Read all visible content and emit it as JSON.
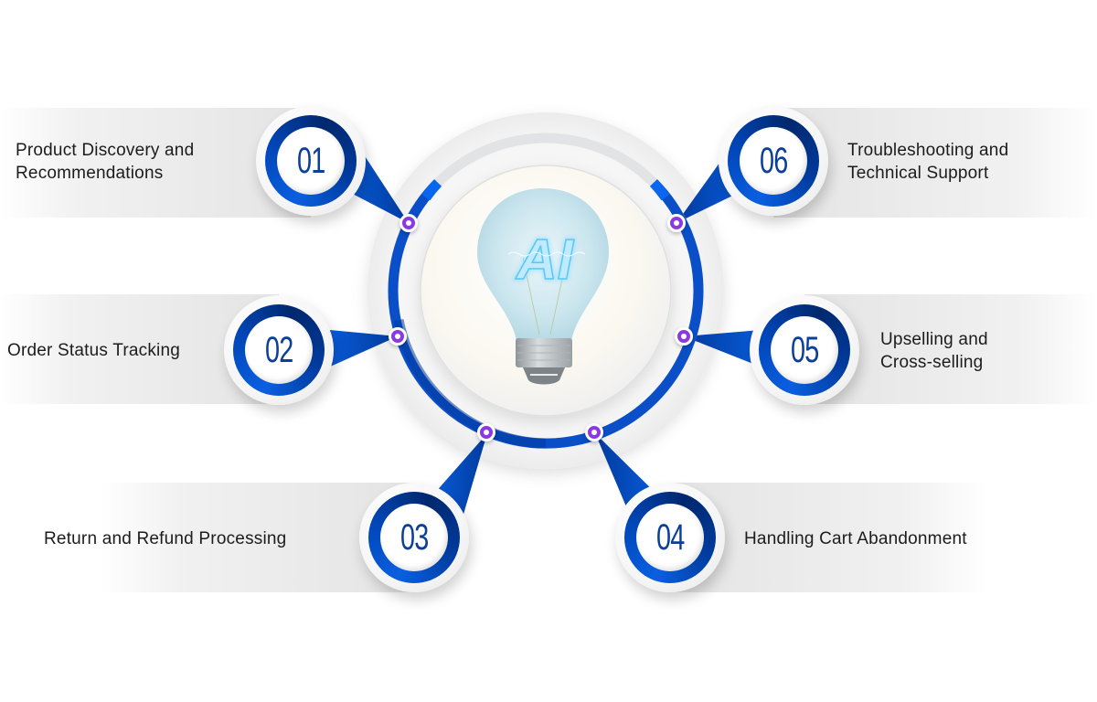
{
  "center": {
    "icon": "ai-lightbulb-icon",
    "text": "AI"
  },
  "items": [
    {
      "number": "01",
      "label_lines": [
        "Product Discovery and",
        "Recommendations"
      ]
    },
    {
      "number": "02",
      "label_lines": [
        "Order Status Tracking"
      ]
    },
    {
      "number": "03",
      "label_lines": [
        "Return and Refund Processing"
      ]
    },
    {
      "number": "04",
      "label_lines": [
        "Handling Cart Abandonment"
      ]
    },
    {
      "number": "05",
      "label_lines": [
        "Upselling and",
        "Cross-selling"
      ]
    },
    {
      "number": "06",
      "label_lines": [
        "Troubleshooting and",
        "Technical Support"
      ]
    }
  ],
  "colors": {
    "primary_blue": "#0a5fe0",
    "dark_blue": "#00286e",
    "number_blue": "#0b3f98",
    "node_purple": "#8a3ae0",
    "ring_gray": "#e2e3e5",
    "bar_gray": "#e4e4e4"
  }
}
